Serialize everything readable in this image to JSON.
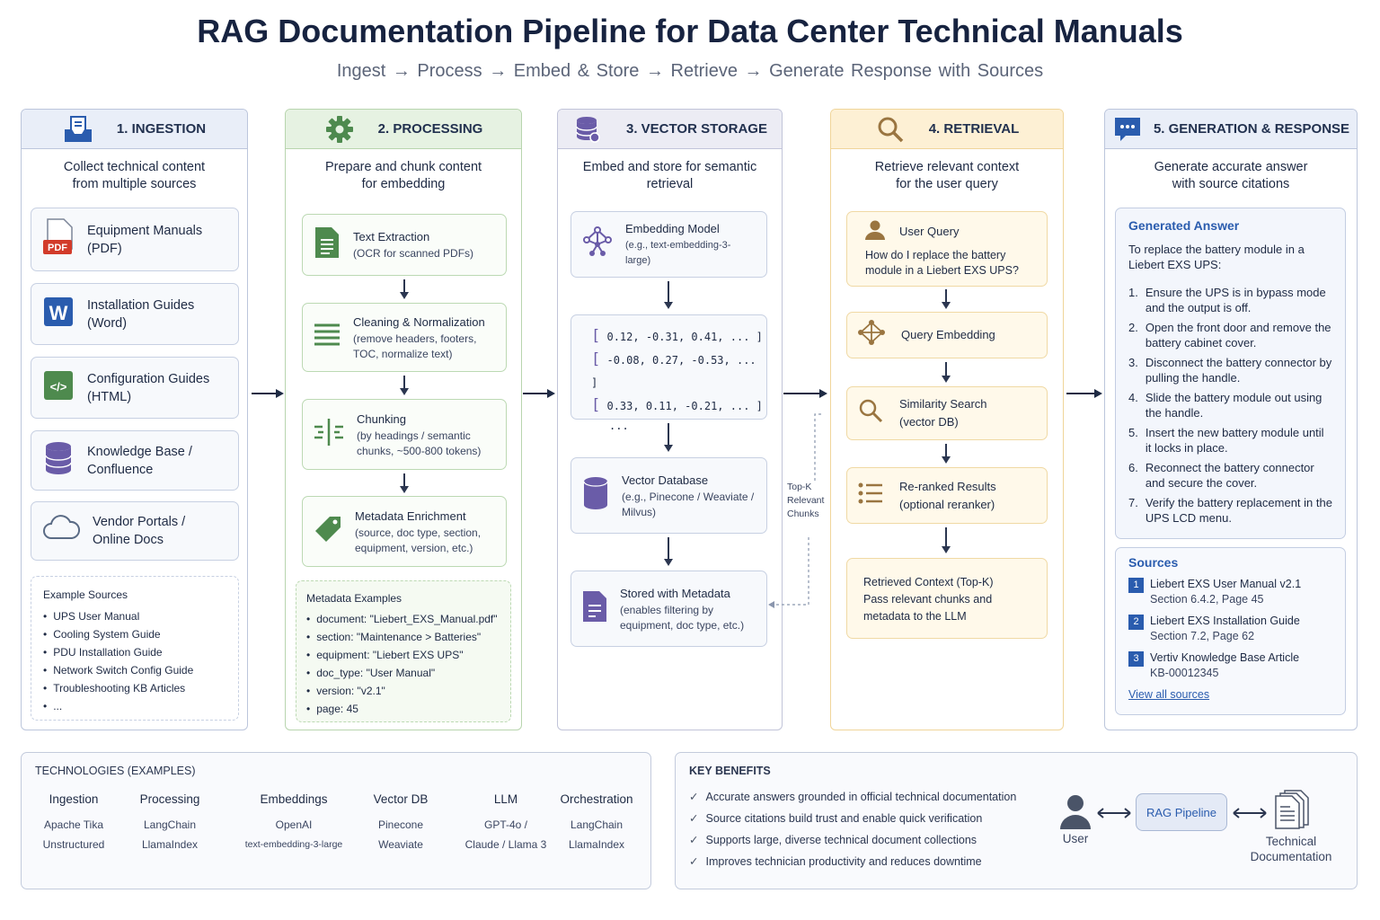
{
  "title": "RAG Documentation Pipeline for Data Center Technical Manuals",
  "subtitle": "Ingest  →  Process  →  Embed & Store  →  Retrieve  →  Generate Response with Sources",
  "colors": {
    "ingestion": "#e9eef8",
    "processing": "#e6f2e2",
    "vector": "#ececf4",
    "retrieval": "#fdf0d4",
    "generation": "#e9eef8",
    "accent_blue": "#2a5cae",
    "accent_green": "#4e8a4e",
    "accent_purple": "#6a5ca8",
    "accent_gold": "#9a7540"
  },
  "ingestion": {
    "header": "1. INGESTION",
    "icon": "inbox-document-icon",
    "desc1": "Collect technical content",
    "desc2": "from multiple sources",
    "cards": [
      {
        "l1": "Equipment Manuals",
        "l2": "(PDF)",
        "icon": "pdf-icon",
        "badge": "PDF"
      },
      {
        "l1": "Installation Guides",
        "l2": "(Word)",
        "icon": "word-icon",
        "badge": "W"
      },
      {
        "l1": "Configuration Guides",
        "l2": "(HTML)",
        "icon": "html-code-icon",
        "badge": "</>"
      },
      {
        "l1": "Knowledge Base /",
        "l2": "Confluence",
        "icon": "database-icon"
      },
      {
        "l1": "Vendor Portals /",
        "l2": "Online Docs",
        "icon": "cloud-icon"
      }
    ],
    "examples_title": "Example Sources",
    "examples": [
      "UPS User Manual",
      "Cooling System Guide",
      "PDU Installation Guide",
      "Network Switch Config Guide",
      "Troubleshooting KB Articles",
      "..."
    ]
  },
  "processing": {
    "header": "2. PROCESSING",
    "icon": "gear-icon",
    "desc1": "Prepare and chunk content",
    "desc2": "for embedding",
    "cards": [
      {
        "t": "Text Extraction",
        "s1": "(OCR for scanned PDFs)",
        "s2": "",
        "icon": "document-text-icon"
      },
      {
        "t": "Cleaning & Normalization",
        "s1": "(remove headers, footers,",
        "s2": "TOC, normalize text)",
        "icon": "lines-icon"
      },
      {
        "t": "Chunking",
        "s1": "(by headings / semantic",
        "s2": "chunks, ~500-800 tokens)",
        "icon": "split-icon"
      },
      {
        "t": "Metadata Enrichment",
        "s1": "(source, doc type, section,",
        "s2": "equipment, version, etc.)",
        "icon": "tag-icon"
      }
    ],
    "meta_title": "Metadata Examples",
    "meta": [
      "document: \"Liebert_EXS_Manual.pdf\"",
      "section: \"Maintenance > Batteries\"",
      "equipment: \"Liebert EXS UPS\"",
      "doc_type: \"User Manual\"",
      "version: \"v2.1\"",
      "page:  45"
    ]
  },
  "vector": {
    "header": "3. VECTOR STORAGE",
    "icon": "database-stack-icon",
    "desc1": "Embed and store for semantic",
    "desc2": "retrieval",
    "model": {
      "t": "Embedding Model",
      "s": "(e.g., text-embedding-3-large)"
    },
    "vectors": [
      "0.12,  -0.31,  0.41,  ...  ]",
      "-0.08,  0.27,  -0.53,  ... ]",
      "0.33,  0.11,  -0.21,  ...  ]"
    ],
    "vectors_more": "...",
    "db": {
      "t": "Vector Database",
      "s1": "(e.g., Pinecone / Weaviate /",
      "s2": "Milvus)"
    },
    "stored": {
      "t": "Stored with Metadata",
      "s1": "(enables filtering by",
      "s2": "equipment, doc type, etc.)"
    },
    "topk": [
      "Top-K",
      "Relevant",
      "Chunks"
    ]
  },
  "retrieval": {
    "header": "4. RETRIEVAL",
    "icon": "search-icon",
    "desc1": "Retrieve relevant context",
    "desc2": "for the user query",
    "query": {
      "t": "User Query",
      "q1": "How do I replace the battery",
      "q2": "module in a Liebert EXS UPS?"
    },
    "embedding": "Query Embedding",
    "search": {
      "t": "Similarity Search",
      "s": "(vector DB)"
    },
    "rerank": {
      "t": "Re-ranked Results",
      "s": "(optional reranker)"
    },
    "context": {
      "l1": "Retrieved Context (Top-K)",
      "l2": "Pass relevant chunks and",
      "l3": "metadata to the LLM"
    }
  },
  "generation": {
    "header": "5. GENERATION & RESPONSE",
    "icon": "chat-bubble-icon",
    "desc1": "Generate accurate answer",
    "desc2": "with source citations",
    "answer_title": "Generated Answer",
    "intro": "To replace the battery module in a Liebert EXS UPS:",
    "steps": [
      "Ensure the UPS is in bypass mode and the output is off.",
      "Open the front door and remove the battery cabinet cover.",
      "Disconnect the battery connector by pulling the handle.",
      "Slide the battery module out using the handle.",
      "Insert the new battery module until it locks in place.",
      "Reconnect the battery connector and secure the cover.",
      "Verify the battery replacement in the UPS LCD menu."
    ],
    "sources_title": "Sources",
    "sources": [
      {
        "n": "1",
        "t": "Liebert EXS User Manual v2.1",
        "s": "Section 6.4.2, Page 45"
      },
      {
        "n": "2",
        "t": "Liebert EXS Installation Guide",
        "s": "Section 7.2, Page 62"
      },
      {
        "n": "3",
        "t": "Vertiv Knowledge Base Article",
        "s": "KB-00012345"
      }
    ],
    "view_all": "View all sources"
  },
  "technologies": {
    "title": "TECHNOLOGIES (EXAMPLES)",
    "cols": [
      {
        "h": "Ingestion",
        "a": "Apache Tika",
        "b": "Unstructured"
      },
      {
        "h": "Processing",
        "a": "LangChain",
        "b": "LlamaIndex"
      },
      {
        "h": "Embeddings",
        "a": "OpenAI",
        "b": "text-embedding-3-large"
      },
      {
        "h": "Vector DB",
        "a": "Pinecone",
        "b": "Weaviate"
      },
      {
        "h": "LLM",
        "a": "GPT-4o /",
        "b": "Claude / Llama 3"
      },
      {
        "h": "Orchestration",
        "a": "LangChain",
        "b": "LlamaIndex"
      }
    ]
  },
  "benefits": {
    "title": "KEY BENEFITS",
    "items": [
      "Accurate answers grounded in official technical documentation",
      "Source citations build trust and enable quick verification",
      "Supports large, diverse technical document collections",
      "Improves technician productivity and reduces downtime"
    ],
    "user": "User",
    "pipeline": "RAG Pipeline",
    "docs1": "Technical",
    "docs2": "Documentation"
  }
}
